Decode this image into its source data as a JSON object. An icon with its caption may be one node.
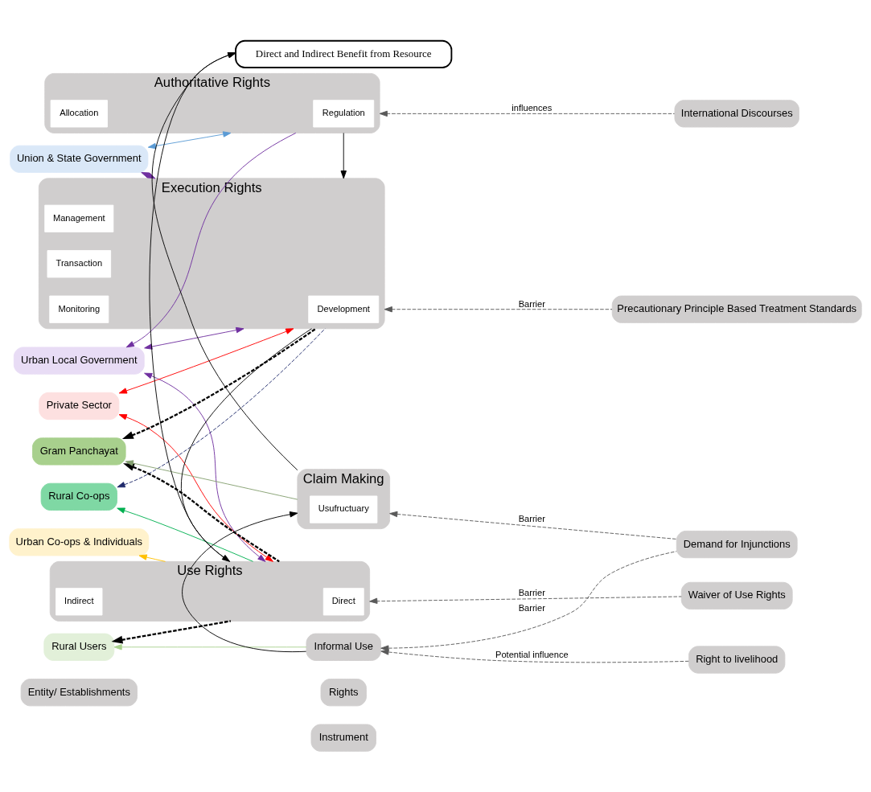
{
  "diagram": {
    "nodes": [
      {
        "text": [
          "Entity/ Establishments"
        ]
      },
      {
        "text": [
          "Instrument"
        ]
      },
      {
        "text": [
          "Rights"
        ]
      },
      {
        "text": [
          "Union & State Government"
        ]
      },
      {
        "text": [
          "Urban Local Government"
        ]
      },
      {
        "text": [
          "Private Sector"
        ]
      },
      {
        "text": [
          "Urban Co-ops & Individuals"
        ]
      },
      {
        "text": [
          "Rural Co-ops"
        ]
      },
      {
        "text": [
          "Gram Panchayat"
        ]
      },
      {
        "text": [
          "Rural Users"
        ]
      },
      {
        "text": [
          "Authoritative Rights"
        ]
      },
      {
        "text": [
          "Regulation"
        ],
        "in": 10
      },
      {
        "text": [
          "Allocation"
        ],
        "in": 10
      },
      {
        "text": [
          "Execution Rights"
        ]
      },
      {
        "text": [
          "Development"
        ],
        "in": 13
      },
      {
        "text": [
          "Management"
        ],
        "in": 13
      },
      {
        "text": [
          "Transaction"
        ],
        "in": 13
      },
      {
        "text": [
          "Monitoring"
        ],
        "in": 13
      },
      {
        "text": [
          "Use Rights"
        ]
      },
      {
        "text": [
          "Direct"
        ],
        "in": 18
      },
      {
        "text": [
          "Indirect"
        ],
        "in": 18
      },
      {
        "text": [
          "Direct and Indirect Benefit from Resource"
        ]
      },
      {
        "text": [
          "Claim Making"
        ]
      },
      {
        "text": [
          "Usufructuary"
        ],
        "in": 22
      },
      {
        "text": [
          "Informal Use"
        ]
      },
      {
        "text": [
          "International Discourses"
        ]
      },
      {
        "text": [
          "Precautionary Principle Based Treatment Standards"
        ]
      },
      {
        "text": [
          "Waiver of Use Rights"
        ]
      },
      {
        "text": [
          "Demand for Injunctions"
        ]
      },
      {
        "text": [
          "Right to livelihood"
        ]
      }
    ],
    "edges": [
      {
        "from": 3,
        "to": 10,
        "arrow": "both",
        "color": "#5b9bd5"
      },
      {
        "from": 10,
        "to": 4,
        "arrow": "to",
        "color": "#7030a0"
      },
      {
        "from": 3,
        "to": 13,
        "arrow": "both",
        "color": "#7030a0"
      },
      {
        "from": 4,
        "to": 13,
        "arrow": "both",
        "color": "#7030a0"
      },
      {
        "from": 4,
        "to": 18,
        "arrow": "both",
        "color": "#7030a0"
      },
      {
        "from": 13,
        "to": 5,
        "arrow": "both",
        "color": "#ff0000"
      },
      {
        "from": 5,
        "to": 18,
        "arrow": "both",
        "color": "#ff0000"
      },
      {
        "from": 18,
        "to": 6,
        "arrow": "to",
        "color": "#ffc000"
      },
      {
        "from": 18,
        "to": 7,
        "arrow": "to",
        "color": "#00b050"
      },
      {
        "from": 13,
        "to": 7,
        "arrow": "to",
        "style": "dashed",
        "color": "#1f2a6b"
      },
      {
        "from": 13,
        "to": 8,
        "arrow": "to",
        "style": "dashed"
      },
      {
        "from": 18,
        "to": 8,
        "arrow": "to",
        "style": "dashed"
      },
      {
        "from": 18,
        "to": 9,
        "arrow": "to",
        "style": "dashed"
      },
      {
        "from": 22,
        "to": 8,
        "arrow": "to",
        "color": "#84a070"
      },
      {
        "from": 24,
        "to": 9,
        "arrow": "to",
        "color": "#a9d18e"
      },
      {
        "from": 10,
        "to": 13,
        "arrow": "to"
      },
      {
        "from": 13,
        "to": 18,
        "arrow": "to"
      },
      {
        "from": 18,
        "to": 21,
        "arrow": "to"
      },
      {
        "from": 22,
        "to": 21,
        "arrow": "to"
      },
      {
        "from": 24,
        "to": 22,
        "arrow": "to"
      },
      {
        "from": 25,
        "to": 10,
        "arrow": "to",
        "label": "influences",
        "style": "dashed",
        "color": "#595959"
      },
      {
        "from": 26,
        "to": 13,
        "arrow": "to",
        "label": "Barrier",
        "style": "dashed",
        "color": "#595959"
      },
      {
        "from": 27,
        "to": 18,
        "arrow": "to",
        "label": "Barrier",
        "style": "dashed",
        "color": "#595959"
      },
      {
        "from": 28,
        "to": 22,
        "arrow": "to",
        "label": "Barrier",
        "style": "dashed",
        "color": "#595959"
      },
      {
        "from": 28,
        "to": 24,
        "arrow": "to",
        "label": "Barrier",
        "style": "dashed",
        "color": "#595959"
      },
      {
        "from": 29,
        "to": 24,
        "arrow": "to",
        "label": "Potential influence",
        "style": "dashed",
        "color": "#595959"
      }
    ]
  }
}
